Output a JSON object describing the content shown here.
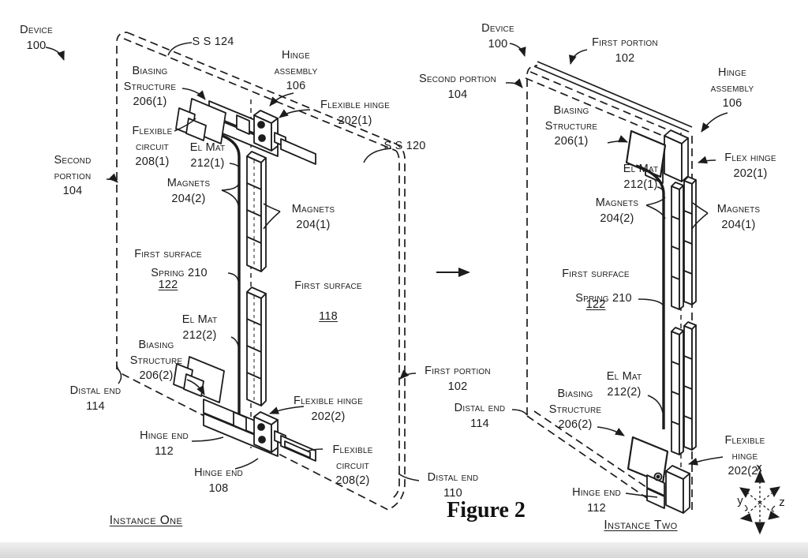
{
  "figure": {
    "caption": "Figure 2"
  },
  "left": {
    "caption": "Instance One",
    "device": "Device\n100",
    "ss_124": "S S 124",
    "hinge_assembly": "Hinge\nassembly\n106",
    "biasing_structure_1": "Biasing\nStructure\n206(1)",
    "flexible_hinge_1": "Flexible hinge\n202(1)",
    "flexible_circuit_1": "Flexible\ncircuit\n208(1)",
    "el_mat_1": "El Mat\n212(1)",
    "ss_120": "S S 120",
    "second_portion": "Second\nportion\n104",
    "magnets_2": "Magnets\n204(2)",
    "magnets_1": "Magnets\n204(1)",
    "first_surface_122": {
      "label": "First surface",
      "num": "122"
    },
    "spring": "Spring 210",
    "first_surface_118": {
      "label": "First surface",
      "num": "118"
    },
    "el_mat_2": "El Mat\n212(2)",
    "biasing_structure_2": "Biasing\nStructure\n206(2)",
    "distal_end_114": "Distal end\n114",
    "flexible_hinge_2": "Flexible hinge\n202(2)",
    "hinge_end_112": "Hinge end\n112",
    "hinge_end_108": "Hinge end\n108",
    "flexible_circuit_2": "Flexible\ncircuit\n208(2)",
    "first_portion": "First portion\n102",
    "distal_end_110": "Distal end\n110"
  },
  "right": {
    "caption": "Instance Two",
    "device": "Device\n100",
    "first_portion": "First portion\n102",
    "second_portion": "Second portion\n104",
    "hinge_assembly": "Hinge\nassembly\n106",
    "biasing_structure_1": "Biasing\nStructure\n206(1)",
    "el_mat_1": "El Mat\n212(1)",
    "flex_hinge_1": "Flex hinge\n202(1)",
    "magnets_2": "Magnets\n204(2)",
    "magnets_1": "Magnets\n204(1)",
    "first_surface_122": {
      "label": "First surface",
      "num": "122"
    },
    "spring": "Spring 210",
    "el_mat_2": "El Mat\n212(2)",
    "biasing_structure_2": "Biasing\nStructure\n206(2)",
    "distal_end_114": "Distal end\n114",
    "flexible_hinge_2": "Flexible hinge\n202(2)",
    "hinge_end_112": "Hinge end\n112"
  },
  "axis": {
    "x": "x",
    "y": "y",
    "z": "z"
  },
  "colors": {
    "ink": "#1c1c1c",
    "background": "#ffffff",
    "footer_band": "#d7d7d7"
  }
}
